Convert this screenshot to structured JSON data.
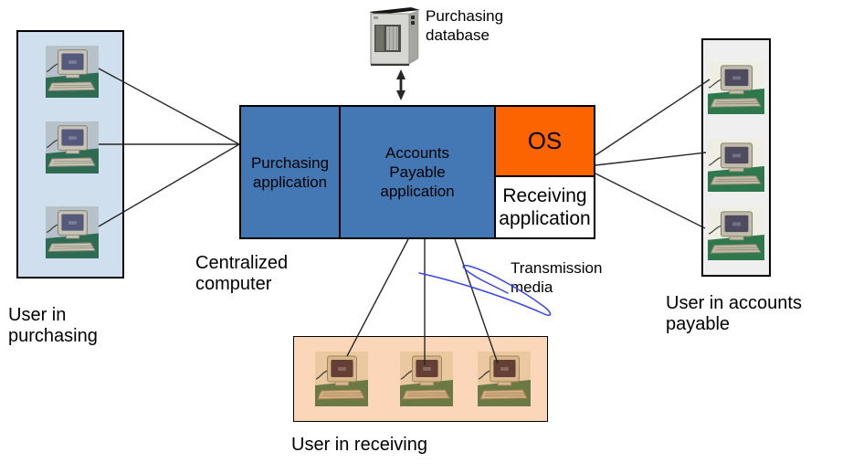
{
  "colors": {
    "app_section_blue": "#4478b5",
    "os_orange": "#fb6400",
    "receiving_section_white": "#ffffff",
    "purchasing_group_fill": "#cfdfee",
    "accounts_group_fill": "#efefef",
    "receiving_group_fill": "#fbd6b8",
    "annotation_blue": "#3a45e8",
    "connector_black": "#262626"
  },
  "database": {
    "label": "Purchasing\ndatabase"
  },
  "central_computer": {
    "caption": "Centralized\ncomputer",
    "sections": {
      "purchasing_app": "Purchasing\napplication",
      "os": "OS",
      "receiving_app": "Receiving\napplication",
      "accounts_payable_app": "Accounts\nPayable\napplication"
    }
  },
  "groups": {
    "purchasing": {
      "caption": "User in\npurchasing",
      "terminal_count": 3
    },
    "accounts_payable": {
      "caption": "User in accounts\npayable",
      "terminal_count": 3
    },
    "receiving": {
      "caption": "User in receiving",
      "terminal_count": 3
    }
  },
  "annotations": {
    "transmission_media": "Transmission\nmedia"
  }
}
